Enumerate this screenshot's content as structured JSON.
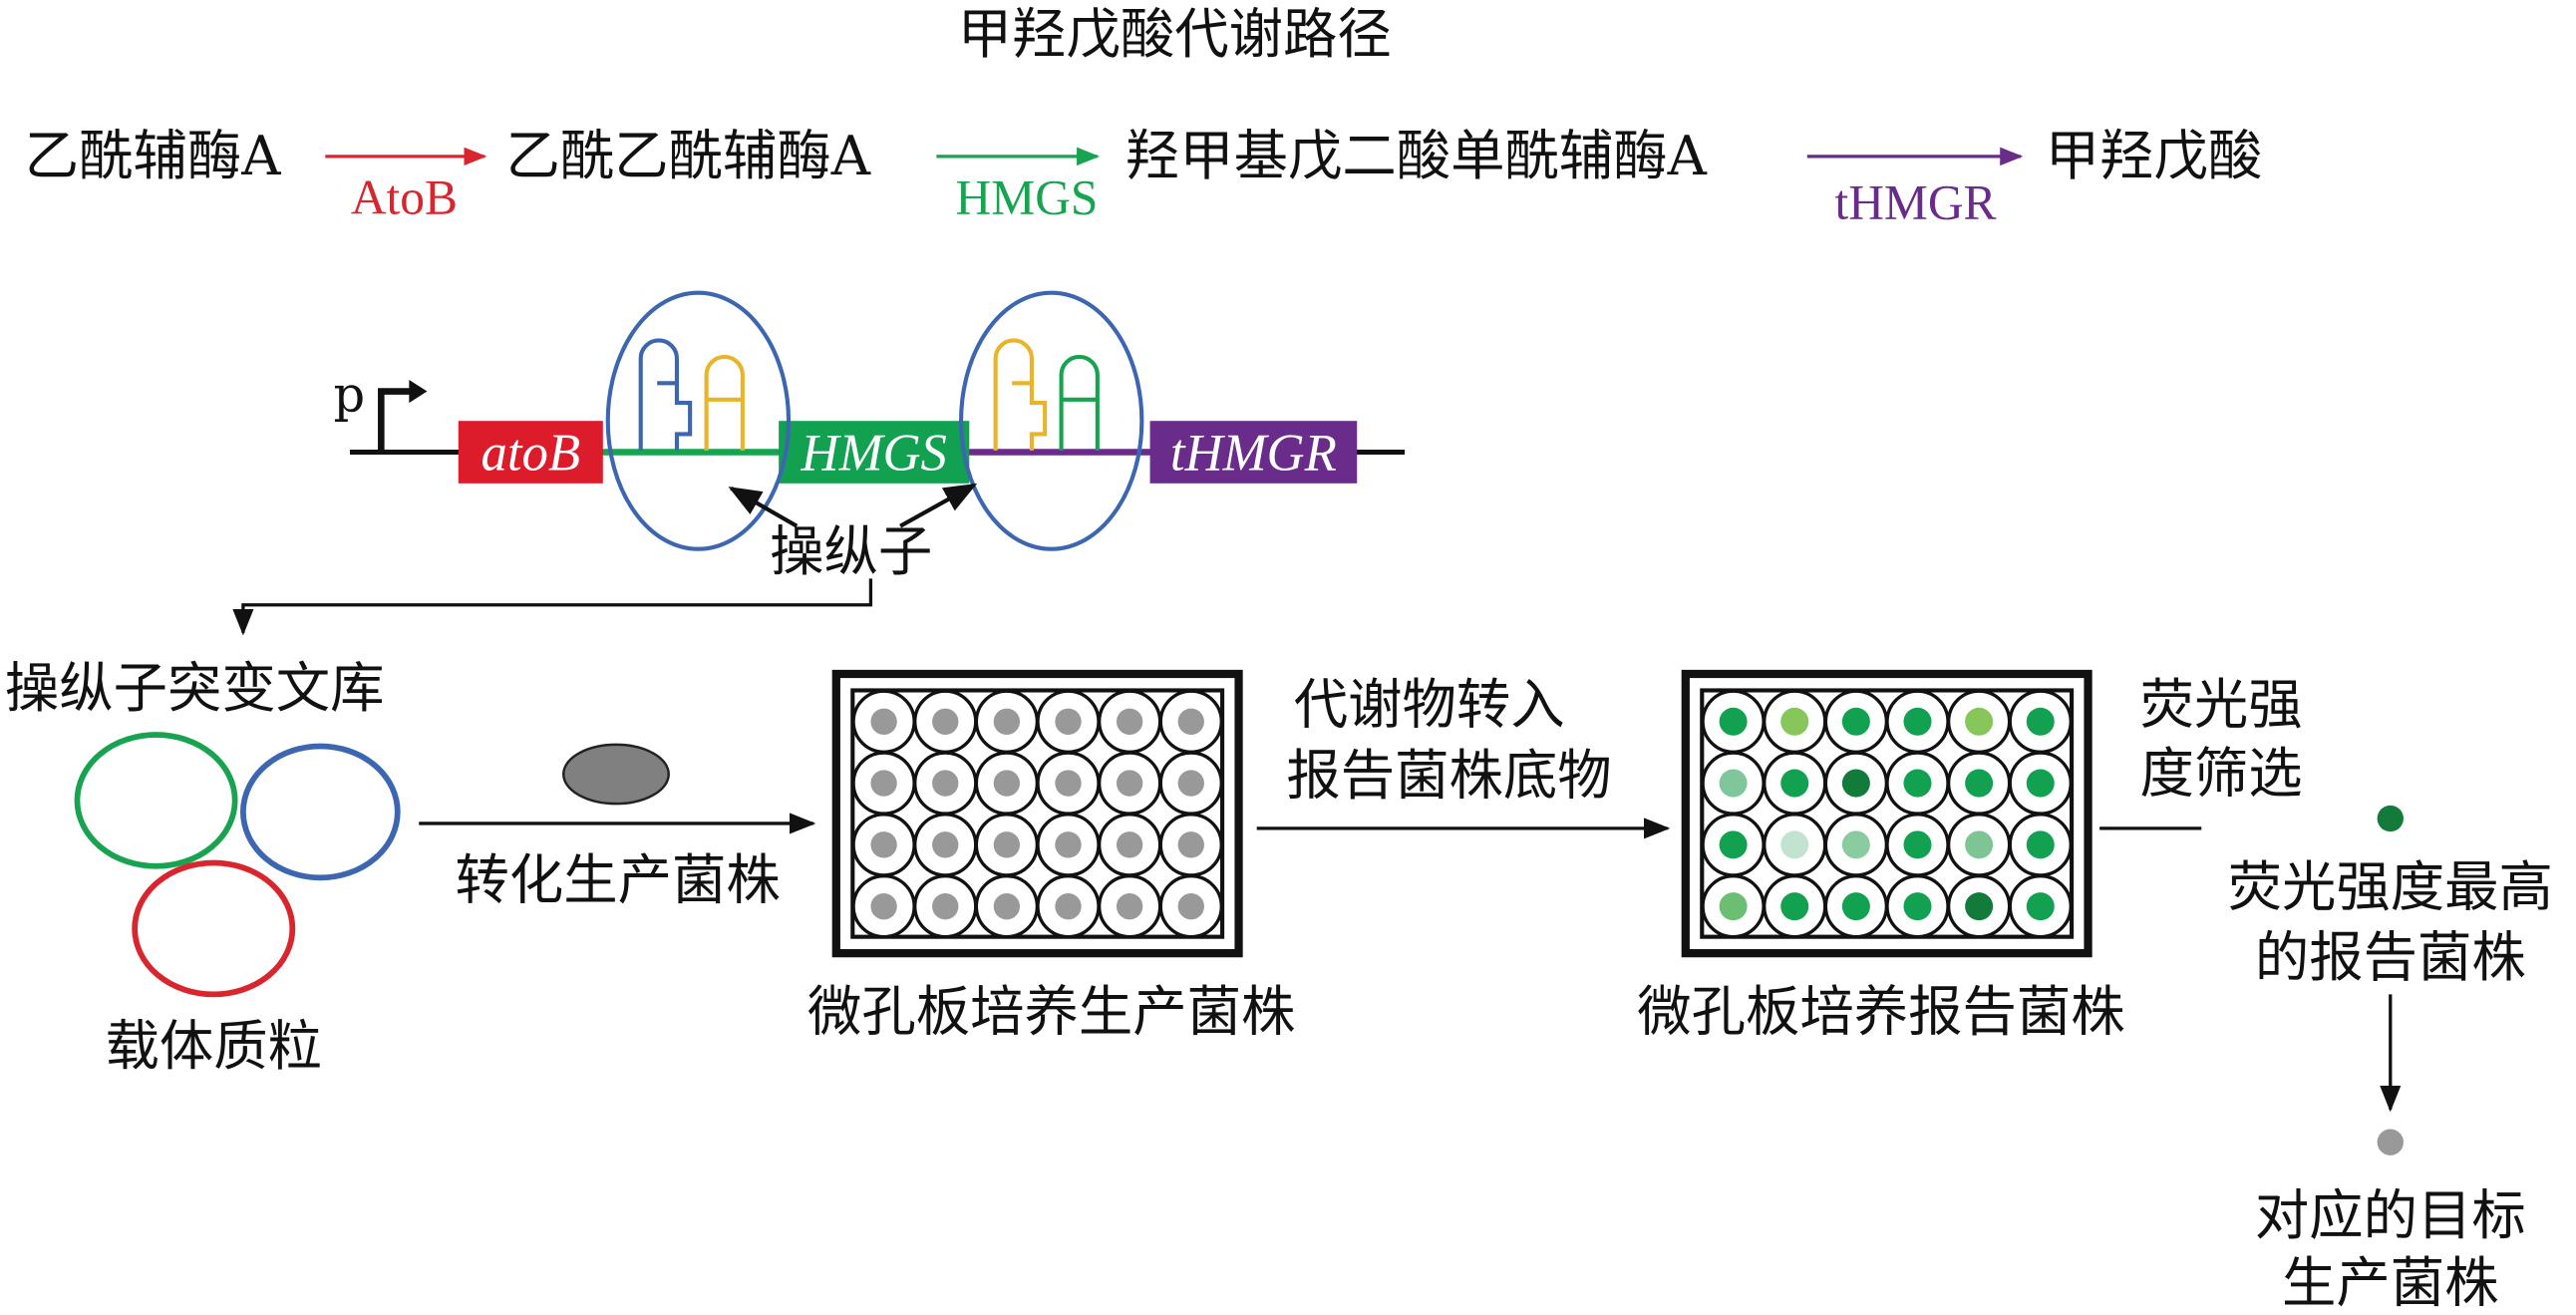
{
  "title": "甲羟戊酸代谢路径",
  "pathway": {
    "compounds": [
      "乙酰辅酶A",
      "乙酰乙酰辅酶A",
      "羟甲基戊二酸单酰辅酶A",
      "甲羟戊酸"
    ],
    "enzymes": [
      {
        "label": "AtoB",
        "color": "#D9262E"
      },
      {
        "label": "HMGS",
        "color": "#17A34F"
      },
      {
        "label": "tHMGR",
        "color": "#6A2C8A"
      }
    ]
  },
  "construct": {
    "promoter": "p",
    "genes": [
      {
        "label": "atoB",
        "color": "#DC1C2B"
      },
      {
        "label": "HMGS",
        "color": "#12A150"
      },
      {
        "label": "tHMGR",
        "color": "#6A2C8A"
      }
    ],
    "operator_label": "操纵子"
  },
  "library": {
    "title": "操纵子突变文库",
    "plasmid_label": "载体质粒",
    "plasmid_colors": [
      "#17A34F",
      "#3C66B0",
      "#D9262E"
    ]
  },
  "steps": {
    "transform": "转化生产菌株",
    "plate1_label": "微孔板培养生产菌株",
    "transfer_line1": "代谢物转入",
    "transfer_line2": "报告菌株底物",
    "plate2_label": "微孔板培养报告菌株",
    "screen_line1": "荧光强",
    "screen_line2": "度筛选",
    "best_line1": "荧光强度最高",
    "best_line2": "的报告菌株",
    "target_line1": "对应的目标",
    "target_line2": "生产菌株"
  },
  "plate1_well_color": "#999999",
  "plate2_well_colors": [
    [
      "#12A150",
      "#86C65A",
      "#12A150",
      "#12A150",
      "#86C65A",
      "#12A150"
    ],
    [
      "#7FC79A",
      "#12A150",
      "#137B3A",
      "#12A150",
      "#12A150",
      "#12A150"
    ],
    [
      "#12A150",
      "#C2E3D0",
      "#8ACB9F",
      "#12A150",
      "#7FC495",
      "#12A150"
    ],
    [
      "#6CBF72",
      "#12A150",
      "#12A150",
      "#12A150",
      "#137B3A",
      "#12A150"
    ]
  ]
}
